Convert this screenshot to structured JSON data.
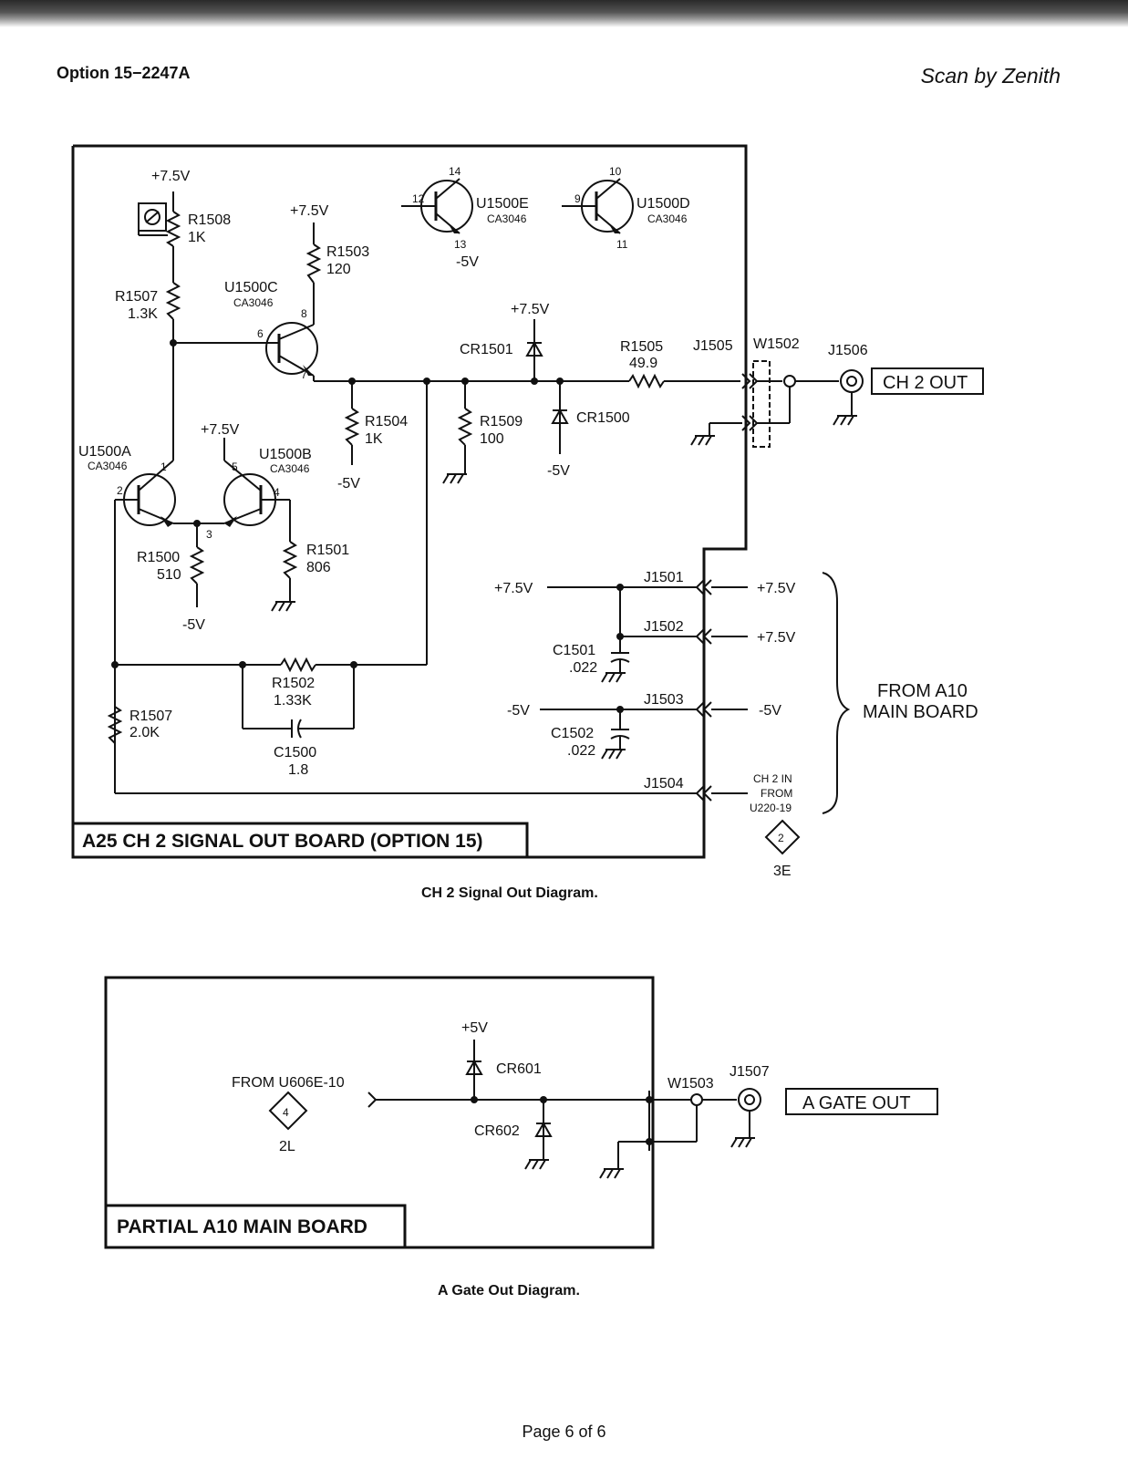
{
  "header": {
    "left": "Option 15−2247A",
    "right": "Scan by Zenith"
  },
  "diagram1": {
    "board_label": "A25 CH 2 SIGNAL OUT BOARD (OPTION 15)",
    "caption": "CH 2 Signal Out Diagram.",
    "output_tag": "CH 2 OUT",
    "from_label": [
      "FROM A10",
      "MAIN BOARD"
    ],
    "ch2in": [
      "CH 2 IN",
      "FROM",
      "U220-19"
    ],
    "ref_num": "2",
    "ref_grid": "3E",
    "rails": {
      "p75": "+7.5V",
      "m5": "-5V"
    },
    "components": {
      "r1508": [
        "R1508",
        "1K"
      ],
      "r1507a": [
        "R1507",
        "1.3K"
      ],
      "r1503": [
        "R1503",
        "120"
      ],
      "r1504": [
        "R1504",
        "1K"
      ],
      "r1509": [
        "R1509",
        "100"
      ],
      "r1505": [
        "R1505",
        "49.9"
      ],
      "r1500": [
        "R1500",
        "510"
      ],
      "r1501": [
        "R1501",
        "806"
      ],
      "r1502": [
        "R1502",
        "1.33K"
      ],
      "r1507b": [
        "R1507",
        "2.0K"
      ],
      "c1500": [
        "C1500",
        "1.8"
      ],
      "c1501": [
        "C1501",
        ".022"
      ],
      "c1502": [
        "C1502",
        ".022"
      ],
      "cr1501": "CR1501",
      "cr1500": "CR1500",
      "u1500a": [
        "U1500A",
        "CA3046"
      ],
      "u1500b": [
        "U1500B",
        "CA3046"
      ],
      "u1500c": [
        "U1500C",
        "CA3046"
      ],
      "u1500d": [
        "U1500D",
        "CA3046"
      ],
      "u1500e": [
        "U1500E",
        "CA3046"
      ],
      "j1501": "J1501",
      "j1502": "J1502",
      "j1503": "J1503",
      "j1504": "J1504",
      "j1505": "J1505",
      "j1506": "J1506",
      "w1502": "W1502"
    },
    "pins": {
      "p1": "1",
      "p2": "2",
      "p3": "3",
      "p4": "4",
      "p5": "5",
      "p6": "6",
      "p7": "7",
      "p8": "8",
      "p9": "9",
      "p10": "10",
      "p11": "11",
      "p12": "12",
      "p13": "13",
      "p14": "14"
    }
  },
  "diagram2": {
    "board_label": "PARTIAL A10 MAIN BOARD",
    "caption": "A Gate Out Diagram.",
    "output_tag": "A GATE OUT",
    "from_label": "FROM U606E-10",
    "ref_num": "4",
    "ref_grid": "2L",
    "rail": "+5V",
    "components": {
      "cr601": "CR601",
      "cr602": "CR602",
      "w1503": "W1503",
      "j1507": "J1507"
    }
  },
  "footer": {
    "page": "Page 6 of 6"
  }
}
